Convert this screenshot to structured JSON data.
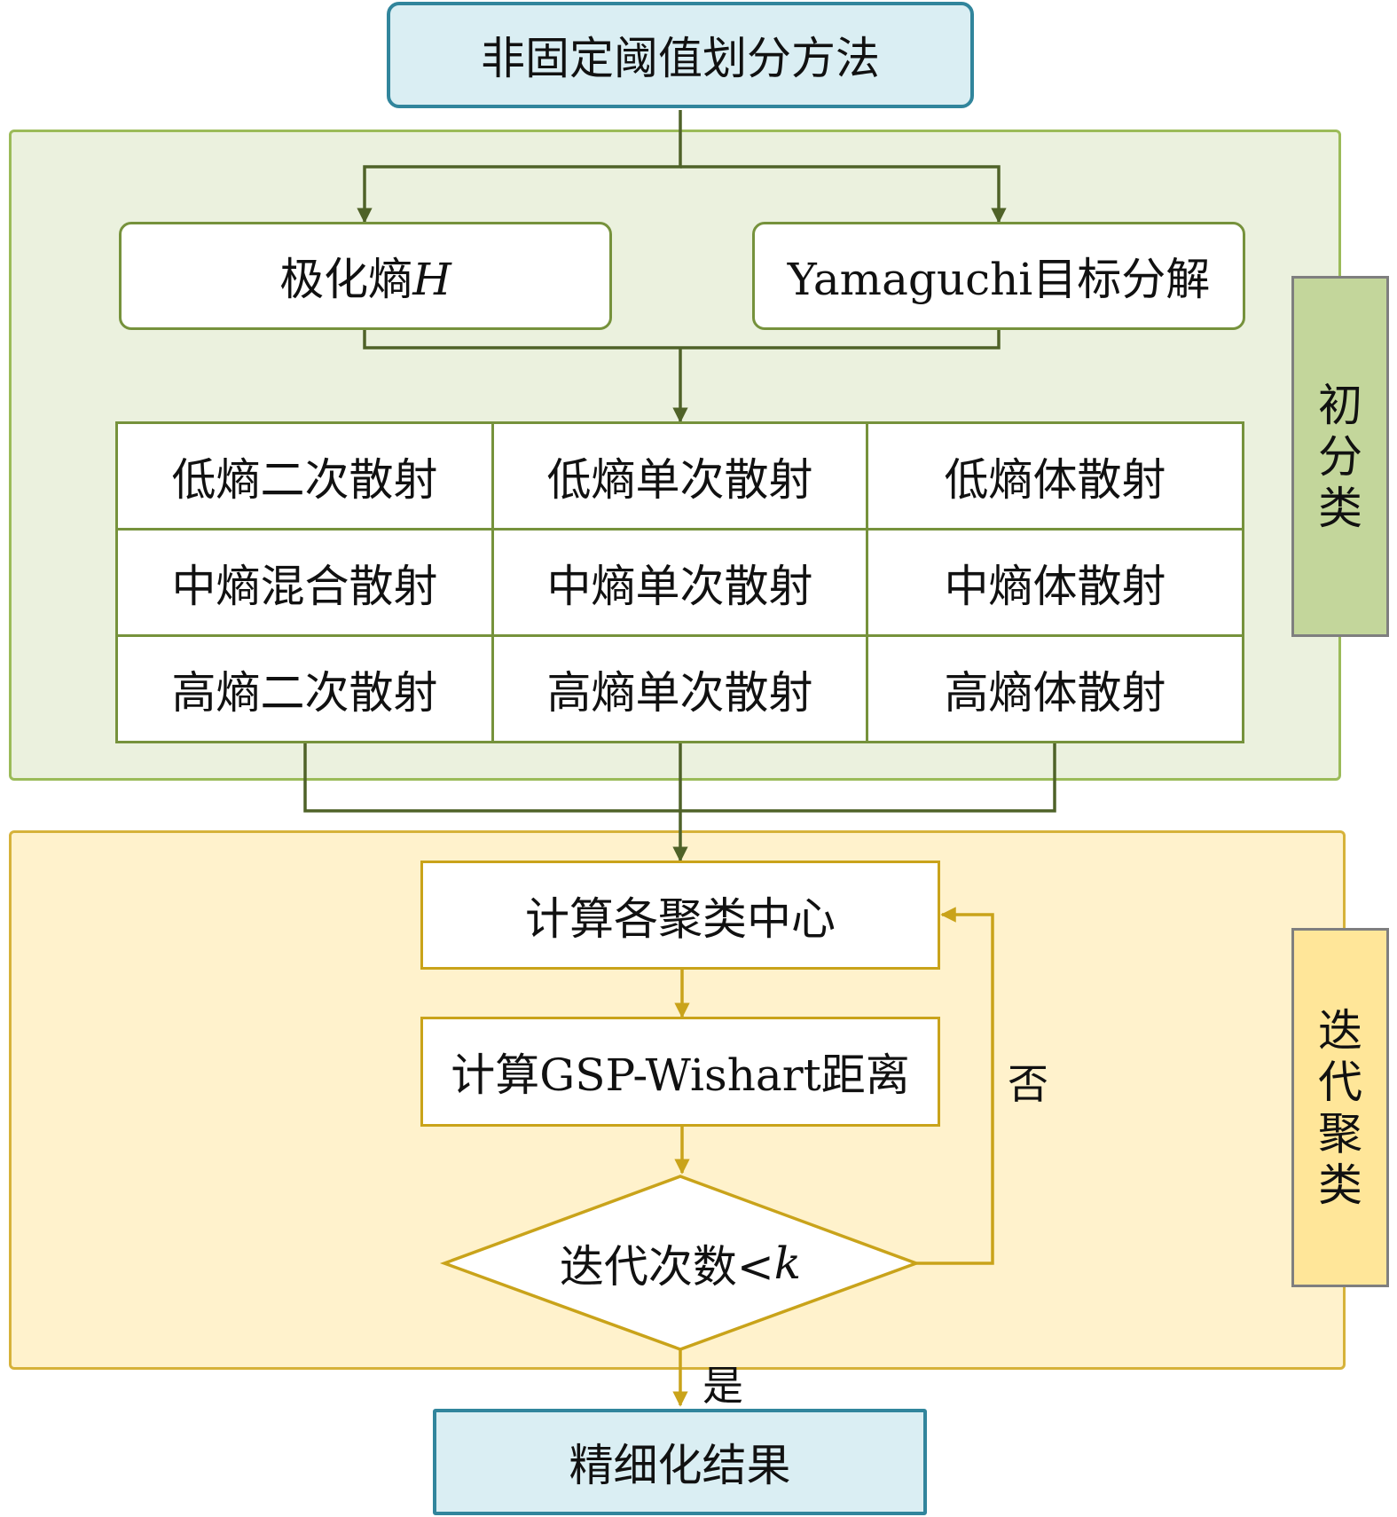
{
  "top_box": "非固定阈值划分方法",
  "initial": {
    "polar_entropy_text": "极化熵",
    "polar_entropy_symbol": "H",
    "yamaguchi": "Yamaguchi目标分解",
    "side_label": "初分类",
    "grid": [
      [
        "低熵二次散射",
        "低熵单次散射",
        "低熵体散射"
      ],
      [
        "中熵混合散射",
        "中熵单次散射",
        "中熵体散射"
      ],
      [
        "高熵二次散射",
        "高熵单次散射",
        "高熵体散射"
      ]
    ]
  },
  "iterative": {
    "side_label": "迭代聚类",
    "compute_centers": "计算各聚类中心",
    "compute_distance": "计算GSP-Wishart距离",
    "condition_text": "迭代次数<",
    "condition_symbol": "k",
    "no_label": "否",
    "yes_label": "是"
  },
  "result_box": "精细化结果",
  "colors": {
    "teal_fill": "#daeef3",
    "teal_border": "#31859c",
    "green_panel": "#ebf1de",
    "green_border": "#76923c",
    "green_arrow": "#4f6228",
    "green_side": "#c3d69b",
    "gold_panel": "#fff2cc",
    "gold_border": "#c9a31a",
    "gold_side": "#ffe699"
  }
}
